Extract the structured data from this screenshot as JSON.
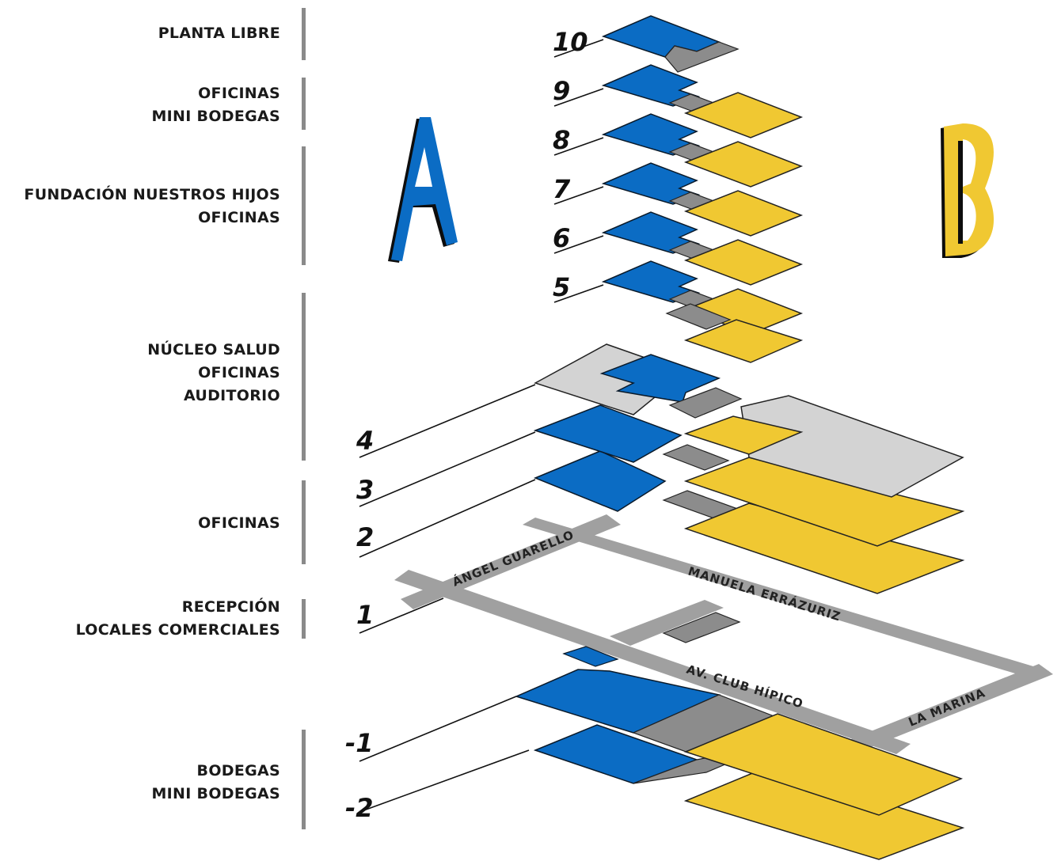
{
  "groups": [
    {
      "lines": [
        "PLANTA LIBRE"
      ]
    },
    {
      "lines": [
        "OFICINAS",
        "MINI BODEGAS"
      ]
    },
    {
      "lines": [
        "FUNDACIÓN NUESTROS HIJOS",
        "OFICINAS"
      ]
    },
    {
      "lines": [
        "NÚCLEO SALUD",
        "OFICINAS",
        "AUDITORIO"
      ]
    },
    {
      "lines": [
        "OFICINAS"
      ]
    },
    {
      "lines": [
        "RECEPCIÓN",
        "LOCALES COMERCIALES"
      ]
    },
    {
      "lines": [
        "BODEGAS",
        "MINI BODEGAS"
      ]
    }
  ],
  "floors": {
    "f10": "10",
    "f9": "9",
    "f8": "8",
    "f7": "7",
    "f6": "6",
    "f5": "5",
    "f4": "4",
    "f3": "3",
    "f2": "2",
    "f1": "1",
    "fm1": "-1",
    "fm2": "-2"
  },
  "streets": {
    "angel": "ÁNGEL GUARELLO",
    "manuela": "MANUELA ERRÁZURIZ",
    "club": "AV. CLUB HÍPICO",
    "marina": "LA MARINA"
  },
  "towers": {
    "a": "A",
    "b": "B"
  },
  "colors": {
    "tower_a": "#0b6cc4",
    "tower_b": "#f0c832",
    "core": "#8c8c8c",
    "open": "#d3d3d3",
    "street": "#a0a0a0"
  }
}
